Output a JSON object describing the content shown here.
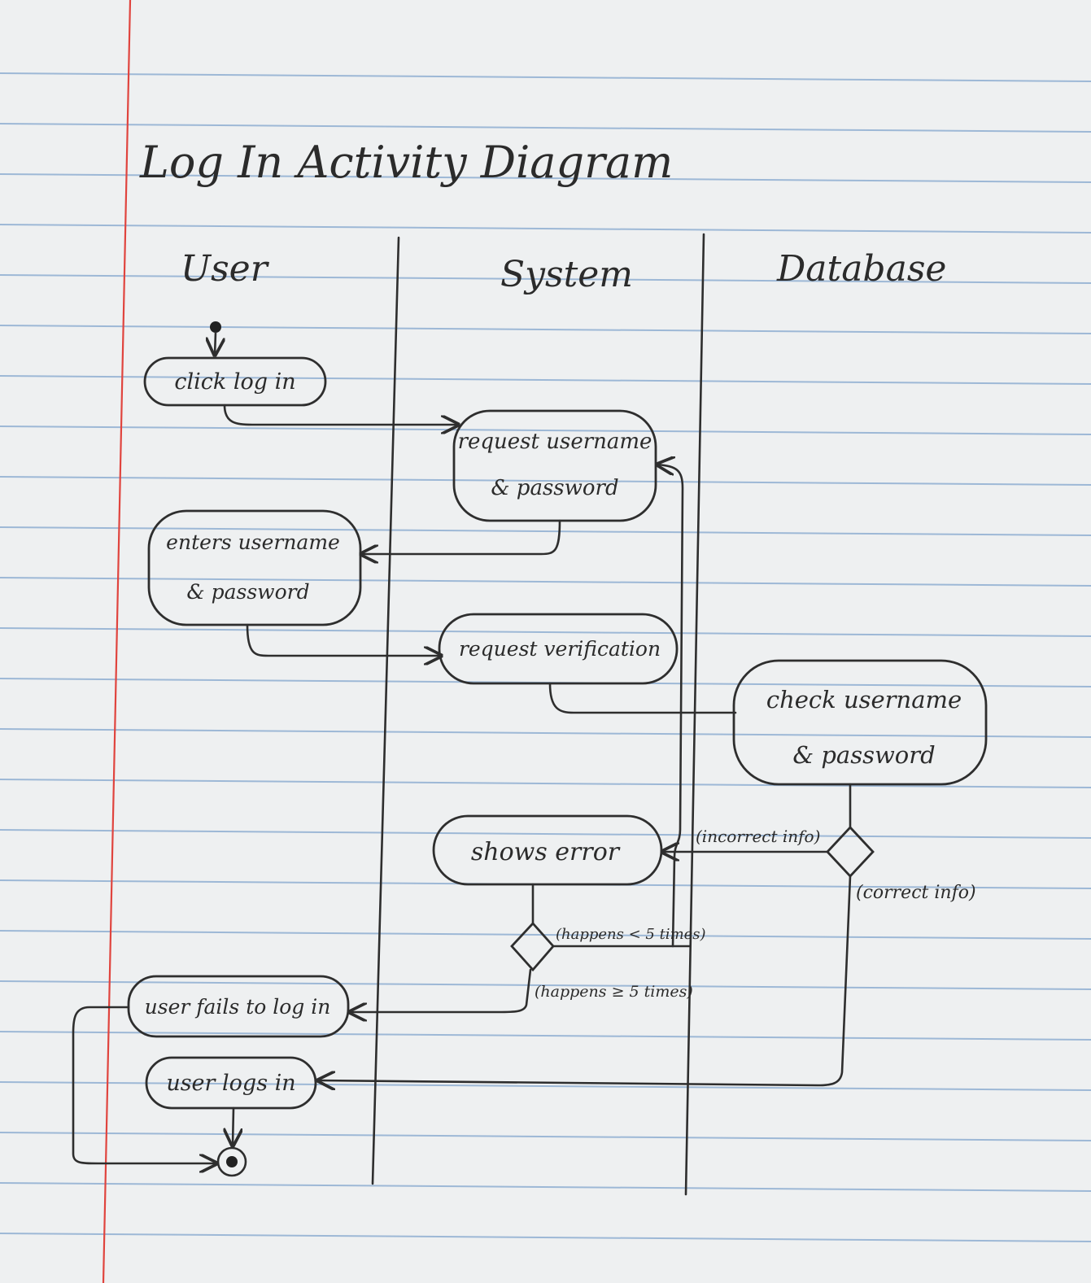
{
  "diagram": {
    "title": "Log In Activity Diagram",
    "lanes": {
      "user": "User",
      "system": "System",
      "database": "Database"
    },
    "nodes": {
      "click_login": "click log in",
      "request_credentials": [
        "request username",
        "& password"
      ],
      "enters_credentials": [
        "enters username",
        "& password"
      ],
      "request_verification": "request verification",
      "check_credentials": [
        "check username",
        "& password"
      ],
      "shows_error": "shows error",
      "user_fails": "user fails to log in",
      "user_logs_in": "user logs in"
    },
    "guards": {
      "incorrect": "(incorrect info)",
      "correct": "(correct info)",
      "lt5": "(happens < 5 times)",
      "ge5": "(happens ≥ 5 times)"
    }
  },
  "colors": {
    "ink": "#2e2e2e",
    "margin_line": "#e0443e",
    "ruled_line": "#9db8d6",
    "paper": "#eef0f1"
  }
}
